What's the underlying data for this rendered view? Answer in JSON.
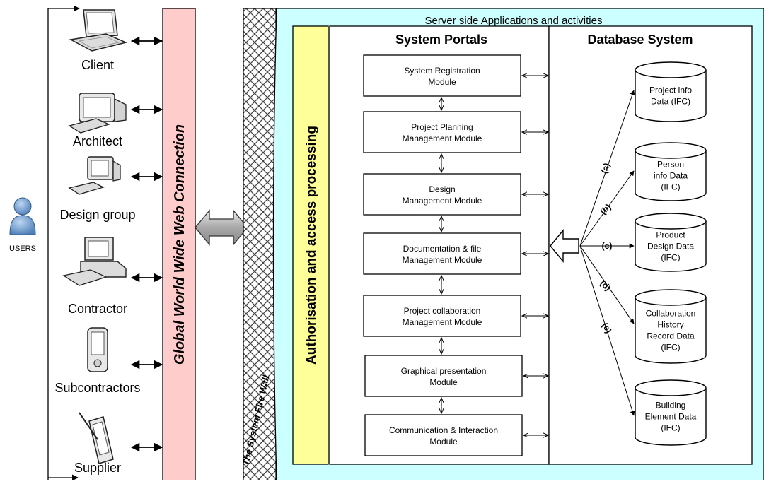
{
  "users": {
    "label": "USERS",
    "list": [
      {
        "label": "Client",
        "icon": "laptop-icon"
      },
      {
        "label": "Architect",
        "icon": "crt-monitor-icon"
      },
      {
        "label": "Design group",
        "icon": "desktop-monitor-icon"
      },
      {
        "label": "Contractor",
        "icon": "desktop-computer-icon"
      },
      {
        "label": "Subcontractors",
        "icon": "pda-icon"
      },
      {
        "label": "Supplier",
        "icon": "tablet-pen-icon"
      }
    ]
  },
  "web_connection": {
    "label": "Global World Wide Web Connection",
    "color": "#ffcccc"
  },
  "firewall": {
    "label": "The System Fire Wall"
  },
  "server_side": {
    "title": "Server side Applications and activities",
    "color": "#ccffff"
  },
  "auth": {
    "label": "Authorisation and access processing",
    "color": "#ffff99"
  },
  "portals": {
    "title": "System Portals",
    "modules": [
      {
        "line1": "System Registration",
        "line2": "Module"
      },
      {
        "line1": "Project Planning",
        "line2": "Management Module"
      },
      {
        "line1": "Design",
        "line2": "Management Module"
      },
      {
        "line1": "Documentation & file",
        "line2": "Management Module"
      },
      {
        "line1": "Project collaboration",
        "line2": "Management Module"
      },
      {
        "line1": "Graphical presentation",
        "line2": "Module"
      },
      {
        "line1": "Communication & Interaction",
        "line2": "Module"
      }
    ]
  },
  "database": {
    "title": "Database System",
    "stores": [
      {
        "lines": [
          "Project info",
          "Data (IFC)"
        ],
        "link": "(a)"
      },
      {
        "lines": [
          "Person",
          "info  Data",
          "(IFC)"
        ],
        "link": "(b)"
      },
      {
        "lines": [
          "Product",
          "Design Data",
          "(IFC)"
        ],
        "link": "(c)"
      },
      {
        "lines": [
          "Collaboration",
          "History",
          "Record Data",
          "(IFC)"
        ],
        "link": "(d)"
      },
      {
        "lines": [
          "Building",
          "Element Data",
          "(IFC)"
        ],
        "link": "(e)"
      }
    ]
  }
}
